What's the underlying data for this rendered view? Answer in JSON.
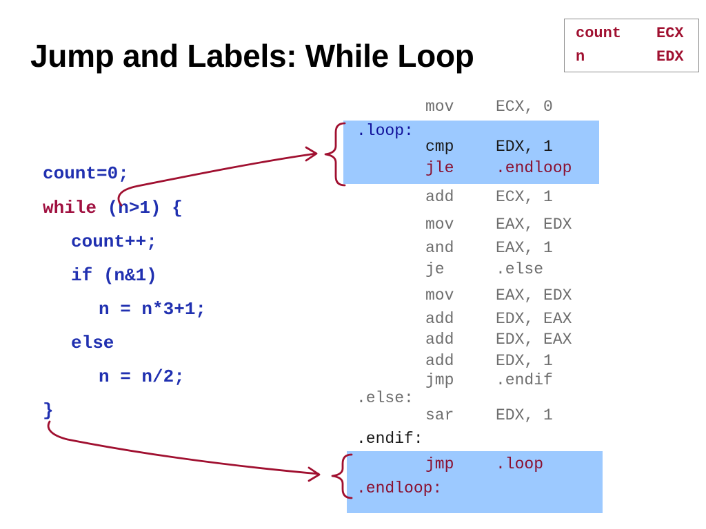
{
  "slide": {
    "title": "Jump and Labels: While Loop"
  },
  "legend": {
    "rows": [
      {
        "var": "count",
        "reg": "ECX"
      },
      {
        "var": "n",
        "reg": "EDX"
      }
    ]
  },
  "c_code": {
    "line1": "count=0;",
    "line2_kw": "while",
    "line2_rest": " (n>1) {",
    "line3": "count++;",
    "line4_kw": "if",
    "line4_rest": " (n&1)",
    "line5": "n = n*3+1;",
    "line6": "else",
    "line7": "n = n/2;",
    "line8": "}"
  },
  "asm": {
    "mov_ecx_op": "mov",
    "mov_ecx_arg": "ECX, 0",
    "loop_label": ".loop:",
    "cmp_op": "cmp",
    "cmp_arg": "EDX, 1",
    "jle_op": "jle",
    "jle_arg": ".endloop",
    "add_ecx_op": "add",
    "add_ecx_arg": "ECX, 1",
    "mov_eax_op": "mov",
    "mov_eax_arg": "EAX, EDX",
    "and_op": "and",
    "and_arg": "EAX, 1",
    "je_op": "je",
    "je_arg": ".else",
    "mov_eax2_op": "mov",
    "mov_eax2_arg": "EAX, EDX",
    "add1_op": "add",
    "add1_arg": "EDX, EAX",
    "add2_op": "add",
    "add2_arg": "EDX, EAX",
    "add3_op": "add",
    "add3_arg": "EDX, 1",
    "jmp_endif_op": "jmp",
    "jmp_endif_arg": ".endif",
    "else_label": ".else:",
    "sar_op": "sar",
    "sar_arg": "EDX, 1",
    "endif_label": ".endif:",
    "jmp_loop_op": "jmp",
    "jmp_loop_arg": ".loop",
    "endloop_label": ".endloop:"
  },
  "colors": {
    "highlight": "#9cc9ff",
    "arrow": "#a01030",
    "c_code": "#2030b0",
    "keyword": "#a01040"
  }
}
